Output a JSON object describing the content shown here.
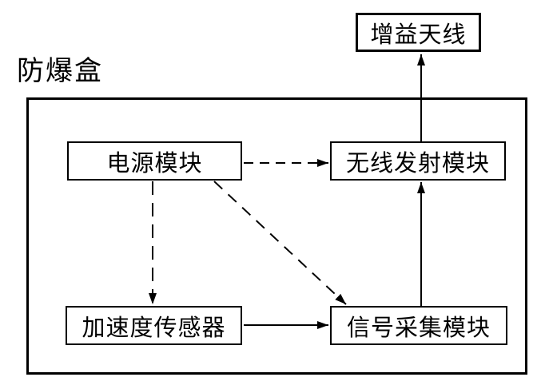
{
  "diagram": {
    "enclosure_label": "防爆盒",
    "nodes": {
      "antenna": "增益天线",
      "power": "电源模块",
      "transmitter": "无线发射模块",
      "sensor": "加速度传感器",
      "acquisition": "信号采集模块"
    },
    "edges": [
      {
        "from": "power",
        "to": "transmitter",
        "style": "dashed"
      },
      {
        "from": "power",
        "to": "sensor",
        "style": "dashed"
      },
      {
        "from": "power",
        "to": "acquisition",
        "style": "dashed"
      },
      {
        "from": "sensor",
        "to": "acquisition",
        "style": "solid"
      },
      {
        "from": "acquisition",
        "to": "transmitter",
        "style": "solid"
      },
      {
        "from": "transmitter",
        "to": "antenna",
        "style": "solid"
      }
    ],
    "colors": {
      "line": "#000000",
      "background": "#ffffff"
    }
  }
}
